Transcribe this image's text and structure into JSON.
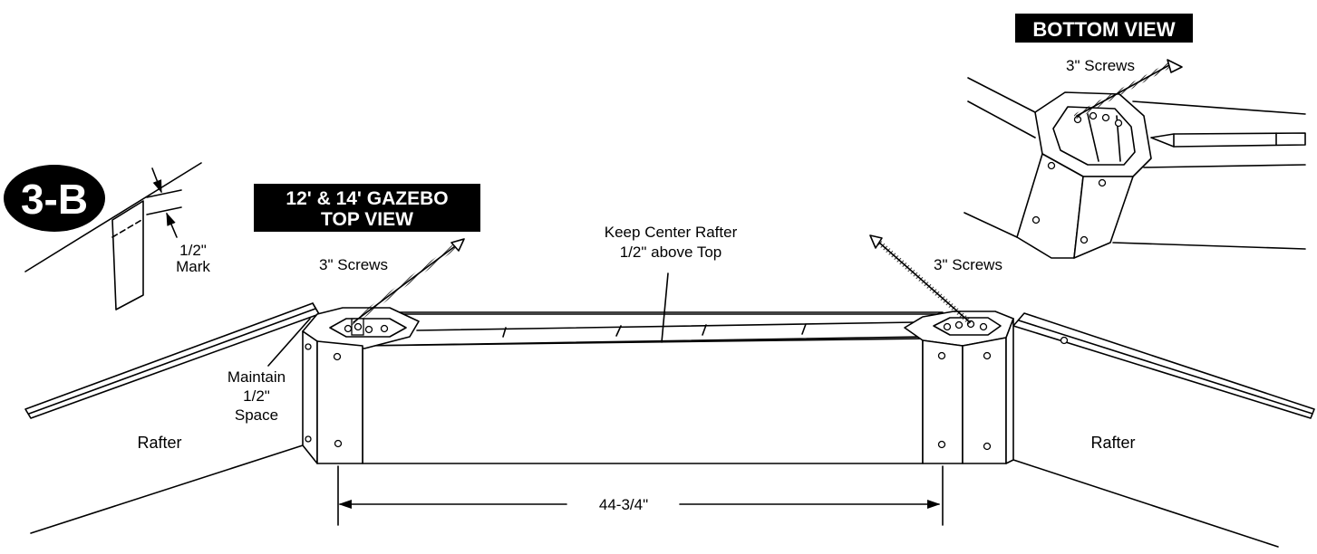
{
  "step": {
    "badge": "3-B"
  },
  "detail": {
    "mark": "1/2\"\nMark"
  },
  "top_view": {
    "title_line1": "12' & 14' GAZEBO",
    "title_line2": "TOP VIEW"
  },
  "bottom_view": {
    "title": "BOTTOM VIEW",
    "screws": "3\" Screws"
  },
  "labels": {
    "screws_left": "3\" Screws",
    "screws_right": "3\" Screws",
    "keep_center_1": "Keep Center Rafter",
    "keep_center_2": "1/2\" above Top",
    "maintain_1": "Maintain",
    "maintain_2": "1/2\"",
    "maintain_3": "Space",
    "rafter_left": "Rafter",
    "rafter_right": "Rafter",
    "dimension": "44-3/4\""
  }
}
